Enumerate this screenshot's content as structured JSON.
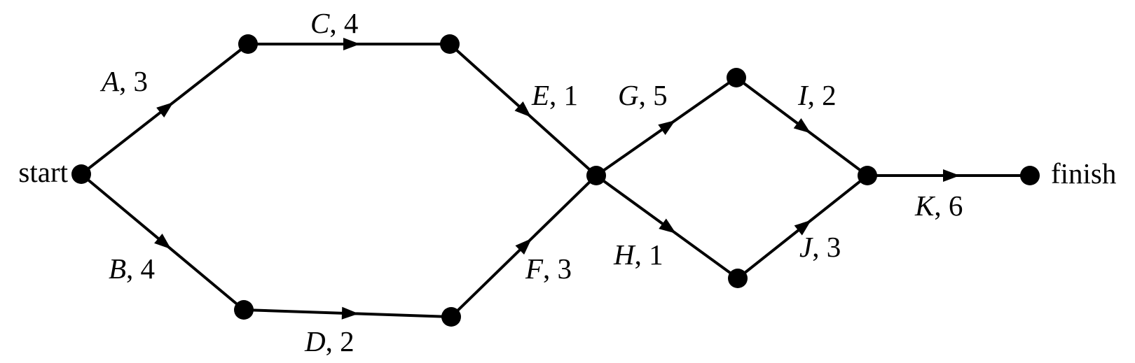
{
  "title_nodes": {
    "start": "start",
    "finish": "finish"
  },
  "edges": [
    {
      "activity": "A",
      "duration": "3",
      "from": "start",
      "to": "n1"
    },
    {
      "activity": "B",
      "duration": "4",
      "from": "start",
      "to": "n3"
    },
    {
      "activity": "C",
      "duration": "4",
      "from": "n1",
      "to": "n2"
    },
    {
      "activity": "D",
      "duration": "2",
      "from": "n3",
      "to": "n4"
    },
    {
      "activity": "E",
      "duration": "1",
      "from": "n2",
      "to": "n5"
    },
    {
      "activity": "F",
      "duration": "3",
      "from": "n4",
      "to": "n5"
    },
    {
      "activity": "G",
      "duration": "5",
      "from": "n5",
      "to": "n6"
    },
    {
      "activity": "H",
      "duration": "1",
      "from": "n5",
      "to": "n7"
    },
    {
      "activity": "I",
      "duration": "2",
      "from": "n6",
      "to": "n8"
    },
    {
      "activity": "J",
      "duration": "3",
      "from": "n7",
      "to": "n8"
    },
    {
      "activity": "K",
      "duration": "6",
      "from": "n8",
      "to": "finish"
    }
  ]
}
